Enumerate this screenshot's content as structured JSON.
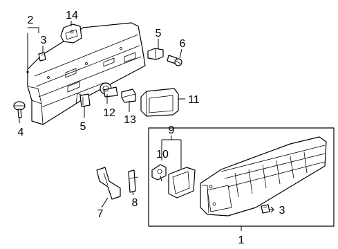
{
  "callouts": {
    "c1": "1",
    "c2": "2",
    "c3a": "3",
    "c3b": "3",
    "c4": "4",
    "c5a": "5",
    "c5b": "5",
    "c6": "6",
    "c7": "7",
    "c8": "8",
    "c9": "9",
    "c10": "10",
    "c11": "11",
    "c12": "12",
    "c13": "13",
    "c14": "14"
  }
}
